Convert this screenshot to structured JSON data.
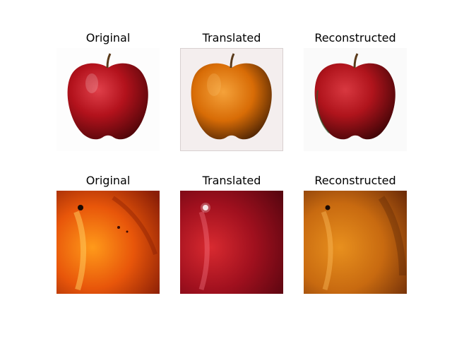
{
  "rows": [
    {
      "panels": [
        {
          "title": "Original"
        },
        {
          "title": "Translated"
        },
        {
          "title": "Reconstructed"
        }
      ]
    },
    {
      "panels": [
        {
          "title": "Original"
        },
        {
          "title": "Translated"
        },
        {
          "title": "Reconstructed"
        }
      ]
    }
  ],
  "colors": {
    "apple_red": "#b3121c",
    "apple_orange": "#e07a08",
    "texture_orange": "#e8560a",
    "texture_crimson": "#a0101e",
    "texture_brown_orange": "#c86a10"
  }
}
